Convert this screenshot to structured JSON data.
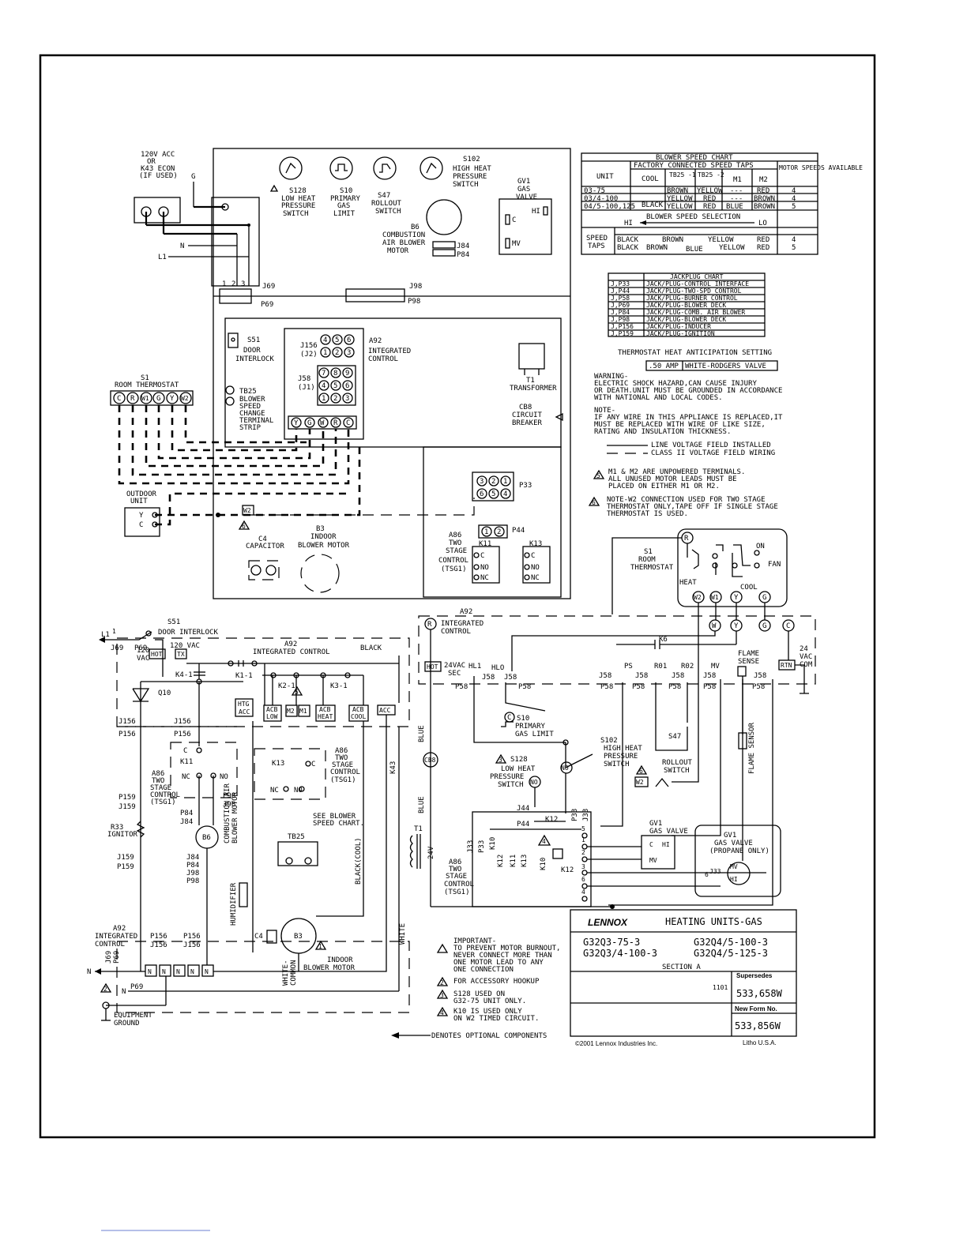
{
  "header_left": {
    "lines": [
      "120V ACC",
      "OR",
      "K43 ECON",
      "(IF USED)"
    ],
    "ground": "G",
    "n": "N",
    "l1": "L1"
  },
  "components_top": {
    "s128": [
      "S128",
      "LOW HEAT",
      "PRESSURE",
      "SWITCH"
    ],
    "s10": [
      "S10",
      "PRIMARY",
      "GAS",
      "LIMIT"
    ],
    "s47": [
      "S47",
      "ROLLOUT",
      "SWITCH"
    ],
    "s102": [
      "S102",
      "HIGH HEAT",
      "PRESSURE",
      "SWITCH"
    ],
    "gv1": [
      "GV1",
      "GAS",
      "VALVE"
    ],
    "gv1_hi": "HI",
    "gv1_c": "C",
    "gv1_mv": "MV",
    "b6": [
      "B6",
      "COMBUSTION",
      "AIR BLOWER",
      "MOTOR"
    ],
    "j84": "J84",
    "p84": "P84",
    "j69": "J69",
    "p69": "P69",
    "j98": "J98",
    "p98": "P98",
    "pins": [
      "1",
      "2",
      "3"
    ]
  },
  "control_box": {
    "s51": [
      "S51",
      "DOOR",
      "INTERLOCK"
    ],
    "j156": [
      "J156",
      "(J2)"
    ],
    "j58": [
      "J58",
      "(J1)"
    ],
    "a92": [
      "A92",
      "INTEGRATED",
      "CONTROL"
    ],
    "tb25": [
      "TB25",
      "BLOWER",
      "SPEED",
      "CHANGE",
      "TERMINAL",
      "STRIP"
    ],
    "t1": [
      "T1",
      "TRANSFORMER"
    ],
    "cb8": [
      "CB8",
      "CIRCUIT",
      "BREAKER"
    ],
    "j156_pins": [
      "4",
      "5",
      "6",
      "1",
      "2",
      "3"
    ],
    "j58_pins": [
      "7",
      "8",
      "9",
      "4",
      "5",
      "6",
      "1",
      "2",
      "3"
    ],
    "terminal_strip": [
      "Y",
      "G",
      "W",
      "R",
      "C"
    ],
    "p33": "P33",
    "p33_pins": [
      "3",
      "2",
      "1",
      "6",
      "5",
      "4"
    ],
    "p44": "P44",
    "p44_pins": [
      "1",
      "2"
    ],
    "a86": [
      "A86",
      "TWO",
      "STAGE",
      "CONTROL",
      "(TSG1)"
    ],
    "k11": "K11",
    "k13": "K13",
    "relay_contacts": [
      "C",
      "NO",
      "NC"
    ],
    "c4": [
      "C4",
      "CAPACITOR"
    ],
    "b3": [
      "B3",
      "INDOOR",
      "BLOWER MOTOR"
    ],
    "w2": "W2",
    "note6": "6"
  },
  "thermostat_left": {
    "title": [
      "S1",
      "ROOM THERMOSTAT"
    ],
    "terminals": [
      "C",
      "R",
      "W1",
      "G",
      "Y",
      "W2"
    ],
    "outdoor": [
      "OUTDOOR",
      "UNIT"
    ],
    "outdoor_terms": [
      "Y",
      "C"
    ]
  },
  "blower_speed_chart": {
    "title": "BLOWER SPEED CHART",
    "factory": "FACTORY CONNECTED SPEED TAPS",
    "headers": [
      "UNIT",
      "COOL",
      "TB25 -1",
      "TB25 -2",
      "M1",
      "M2",
      "MOTOR SPEEDS AVAILABLE"
    ],
    "rows": [
      [
        "03-75",
        "",
        "BROWN",
        "YELLOW",
        "---",
        "RED",
        "4"
      ],
      [
        "03/4-100",
        "BLACK",
        "YELLOW",
        "RED",
        "---",
        "BROWN",
        "4"
      ],
      [
        "04/5-100,125",
        "",
        "YELLOW",
        "RED",
        "BLUE",
        "BROWN",
        "5"
      ]
    ],
    "selection": "BLOWER SPEED SELECTION",
    "hi": "HI",
    "lo": "LO",
    "speed_taps": [
      "SPEED",
      "TAPS"
    ],
    "tap_rows": [
      [
        "BLACK",
        "BROWN",
        "YELLOW",
        "RED",
        "4"
      ],
      [
        "BLACK",
        "BROWN",
        "BLUE",
        "YELLOW",
        "RED",
        "5"
      ]
    ]
  },
  "jackplug_chart": {
    "title": "JACKPLUG CHART",
    "rows": [
      [
        "J,P33",
        "JACK/PLUG-CONTROL INTERFACE"
      ],
      [
        "J,P44",
        "JACK/PLUG-TWO-SPD CONTROL"
      ],
      [
        "J,P58",
        "JACK/PLUG-BURNER CONTROL"
      ],
      [
        "J,P69",
        "JACK/PLUG-BLOWER DECK"
      ],
      [
        "J,P84",
        "JACK/PLUG-COMB. AIR BLOWER"
      ],
      [
        "J,P98",
        "JACK/PLUG-BLOWER DECK"
      ],
      [
        "J,P156",
        "JACK/PLUG-INDUCER"
      ],
      [
        "J,P159",
        "JACK/PLUG-IGNITION"
      ]
    ]
  },
  "notes": {
    "anticipation_title": "THERMOSTAT HEAT ANTICIPATION SETTING",
    "amp": ".50 AMP",
    "valve": "WHITE-RODGERS VALVE",
    "warning": [
      "WARNING-",
      "ELECTRIC SHOCK HAZARD,CAN CAUSE INJURY",
      "OR DEATH.UNIT MUST BE GROUNDED IN ACCORDANCE",
      "WITH NATIONAL AND LOCAL CODES."
    ],
    "note": [
      "NOTE-",
      "IF ANY WIRE IN THIS APPLIANCE IS REPLACED,IT",
      "MUST BE REPLACED WITH WIRE OF LIKE SIZE,",
      "RATING AND INSULATION THICKNESS."
    ],
    "line_voltage": "LINE VOLTAGE FIELD INSTALLED",
    "class2": "CLASS II VOLTAGE FIELD WIRING",
    "note5": [
      "M1 & M2 ARE UNPOWERED TERMINALS.",
      "ALL UNUSED MOTOR LEADS MUST BE",
      "PLACED ON EITHER M1 OR M2."
    ],
    "note6": [
      "NOTE-W2 CONNECTION USED FOR TWO STAGE",
      "THERMOSTAT ONLY,TAPE OFF IF SINGLE STAGE",
      "THERMOSTAT IS USED."
    ],
    "n5": "5",
    "n6": "6"
  },
  "schematic": {
    "l1": "L1",
    "j69": "J69",
    "p69": "P69",
    "s51": [
      "S51",
      "DOOR INTERLOCK"
    ],
    "vac120": [
      "120",
      "VAC"
    ],
    "hot": "HOT",
    "tx": "TX",
    "vac120_b": "120 VAC",
    "a92": [
      "A92",
      "INTEGRATED CONTROL"
    ],
    "black": "BLACK",
    "k4": "K4-1",
    "k1": "K1-1",
    "k2": "K2-1",
    "k3": "K3-1",
    "q10": "Q10",
    "htg_acc": [
      "HTG",
      "ACC"
    ],
    "acb_low": [
      "ACB",
      "LOW"
    ],
    "m2": "M2",
    "m1": "M1",
    "acb_heat": [
      "ACB",
      "HEAT"
    ],
    "acb_cool": [
      "ACB",
      "COOL"
    ],
    "acc": "ACC",
    "j156": "J156",
    "p156": "P156",
    "k11": "K11",
    "c": "C",
    "nc": "NC",
    "no": "NO",
    "a86": [
      "A86",
      "TWO",
      "STAGE",
      "CONTROL",
      "(TSG1)"
    ],
    "p159": "P159",
    "j159": "J159",
    "p98": "P98",
    "j98": "J98",
    "p84": "P84",
    "j84": "J84",
    "b6": "B6",
    "comb_air": [
      "COMBUSTION AIR",
      "BLOWER MOTOR"
    ],
    "r33": [
      "R33",
      "IGNITOR"
    ],
    "k13": "K13",
    "k43": "K43",
    "see_chart": [
      "SEE BLOWER",
      "SPEED CHART."
    ],
    "tb25": "TB25",
    "black_cool": "BLACK(COOL)",
    "humidifier": "HUMIDIFIER",
    "c4": "C4",
    "b3": "B3",
    "indoor": [
      "INDOOR",
      "BLOWER MOTOR"
    ],
    "white_common": [
      "WHITE-",
      "COMMON"
    ],
    "white": "WHITE",
    "a92_b": [
      "A92",
      "INTEGRATED",
      "CONTROL"
    ],
    "n": "N",
    "equip_ground": [
      "EQUIPMENT",
      "GROUND"
    ],
    "blue": "BLUE",
    "cb8": "CB8",
    "t1": "T1",
    "v24": "24V",
    "a86_b": [
      "A86",
      "TWO",
      "STAGE",
      "CONTROL",
      "(TSG1)"
    ],
    "a92_top": [
      "A92",
      "INTEGRATED",
      "CONTROL"
    ],
    "r": "R",
    "k6": "K6",
    "hot24": [
      "24VAC",
      "SEC"
    ],
    "hl1": "HL1",
    "hlo": "HLO",
    "ps": "PS",
    "r01": "R01",
    "r02": "R02",
    "mv": "MV",
    "flame_sense": [
      "FLAME",
      "SENSE"
    ],
    "rtn": "RTN",
    "vac24com": [
      "24",
      "VAC",
      "COM"
    ],
    "j58": "J58",
    "p58": "P58",
    "s10": [
      "S10",
      "PRIMARY",
      "GAS LIMIT"
    ],
    "s102": [
      "S102",
      "HIGH HEAT",
      "PRESSURE",
      "SWITCH"
    ],
    "s128": [
      "S128",
      "LOW HEAT",
      "PRESSURE",
      "SWITCH"
    ],
    "s47": [
      "S47",
      "ROLLOUT",
      "SWITCH"
    ],
    "flame_sensor": "FLAME SENSOR",
    "j44": "J44",
    "p44": "P44",
    "k12": "K12",
    "p33": "P33",
    "j33": "J33",
    "k10": "K10",
    "gv1": [
      "GV1",
      "GAS VALVE"
    ],
    "gv1_propane": [
      "GV1",
      "GAS VALVE",
      "(PROPANE ONLY)"
    ],
    "s1": [
      "S1",
      "ROOM",
      "THERMOSTAT"
    ],
    "heat": "HEAT",
    "cool": "COOL",
    "fan": "FAN",
    "on": "ON",
    "w2": "W2",
    "w1": "W1",
    "y": "Y",
    "g": "G",
    "w": "W"
  },
  "footer_notes": {
    "n1": [
      "IMPORTANT-",
      "TO PREVENT MOTOR BURNOUT,",
      "NEVER CONNECT MORE THAN",
      "ONE MOTOR LEAD TO ANY",
      "ONE CONNECTION"
    ],
    "n2": "FOR ACCESSORY HOOKUP",
    "n3": [
      "S128 USED ON",
      "G32-75 UNIT ONLY."
    ],
    "n4": [
      "K10 IS USED ONLY",
      "ON W2 TIMED CIRCUIT."
    ],
    "optional": "DENOTES OPTIONAL COMPONENTS"
  },
  "title_block": {
    "brand": "LENNOX",
    "title": "HEATING UNITS-GAS",
    "m1": "G32Q3-75-3",
    "m2": "G32Q4/5-100-3",
    "m3": "G32Q3/4-100-3",
    "m4": "G32Q4/5-125-3",
    "section": "SECTION A",
    "date": "1101",
    "supersedes": "Supersedes",
    "old": "533,658W",
    "newform": "New Form No.",
    "num": "533,856W",
    "copy": "©2001 Lennox Industries Inc.",
    "litho": "Litho U.S.A."
  }
}
